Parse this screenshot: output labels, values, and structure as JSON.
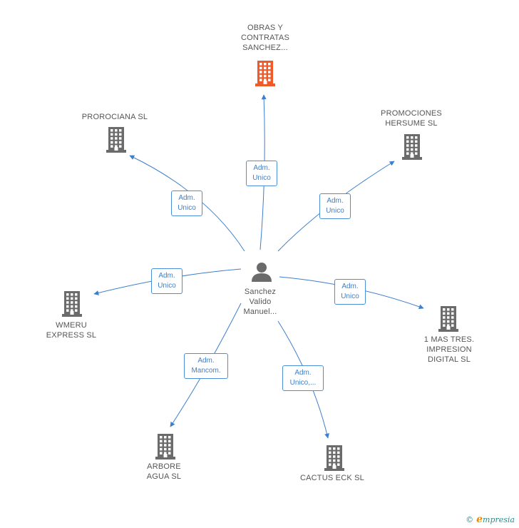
{
  "center": {
    "label": "Sanchez\nValido\nManuel..."
  },
  "companies": {
    "obras": {
      "label": "OBRAS Y\nCONTRATAS\nSANCHEZ...",
      "color": "#f05a28"
    },
    "prorociana": {
      "label": "PROROCIANA SL",
      "color": "#6b6b6b"
    },
    "promociones": {
      "label": "PROMOCIONES\nHERSUME SL",
      "color": "#6b6b6b"
    },
    "wmeru": {
      "label": "WMERU\nEXPRESS SL",
      "color": "#6b6b6b"
    },
    "mastres": {
      "label": "1 MAS TRES.\nIMPRESION\nDIGITAL SL",
      "color": "#6b6b6b"
    },
    "arbore": {
      "label": "ARBORE\nAGUA SL",
      "color": "#6b6b6b"
    },
    "cactus": {
      "label": "CACTUS ECK SL",
      "color": "#6b6b6b"
    }
  },
  "relations": {
    "obras": "Adm.\nUnico",
    "prorociana": "Adm.\nUnico",
    "promociones": "Adm.\nUnico",
    "wmeru": "Adm.\nUnico",
    "mastres": "Adm.\nUnico",
    "arbore": "Adm.\nMancom.",
    "cactus": "Adm.\nUnico,..."
  },
  "footer": {
    "copyright": "©",
    "brand_initial": "e",
    "brand_rest": "mpresia"
  },
  "colors": {
    "edge": "#3d7fcc",
    "person": "#6b6b6b"
  }
}
